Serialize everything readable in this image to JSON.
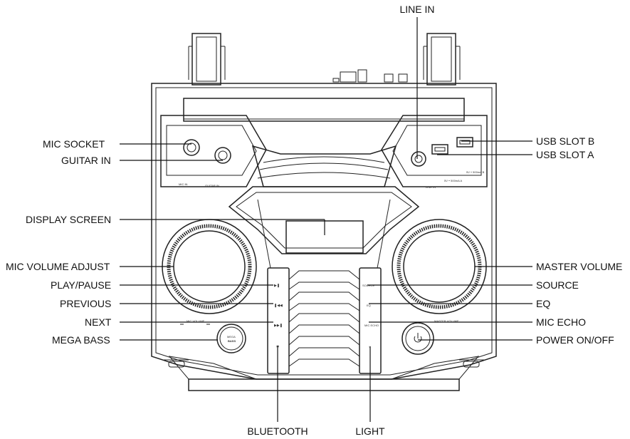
{
  "labels": {
    "line_in": "LINE IN",
    "mic_socket": "MIC SOCKET",
    "guitar_in": "GUITAR IN",
    "usb_slot_b": "USB SLOT B",
    "usb_slot_a": "USB SLOT A",
    "display_screen": "DISPLAY SCREEN",
    "mic_volume_adjust": "MIC VOLUME ADJUST",
    "master_volume": "MASTER VOLUME",
    "play_pause": "PLAY/PAUSE",
    "source": "SOURCE",
    "previous": "PREVIOUS",
    "eq": "EQ",
    "next": "NEXT",
    "mic_echo": "MIC ECHO",
    "mega_bass": "MEGA BASS",
    "power_on_off": "POWER ON/OFF",
    "bluetooth": "BLUETOOTH",
    "light": "LIGHT"
  },
  "panel_text": {
    "mic_in": "MIC IN",
    "guitar_in": "GUITAR IN",
    "line_in": "LINE IN",
    "usb_a": "5V ⎯ 500mA A",
    "usb_b": "5V ⎯ 500mA B",
    "mic_volume": "MIC VOLUME",
    "master_volume": "MASTER VOLUME",
    "source_btn": "SOURCE",
    "eq_btn": "EQ",
    "mic_echo_btn": "MIC ECHO",
    "mega": "MEGA",
    "bass": "BASS"
  }
}
